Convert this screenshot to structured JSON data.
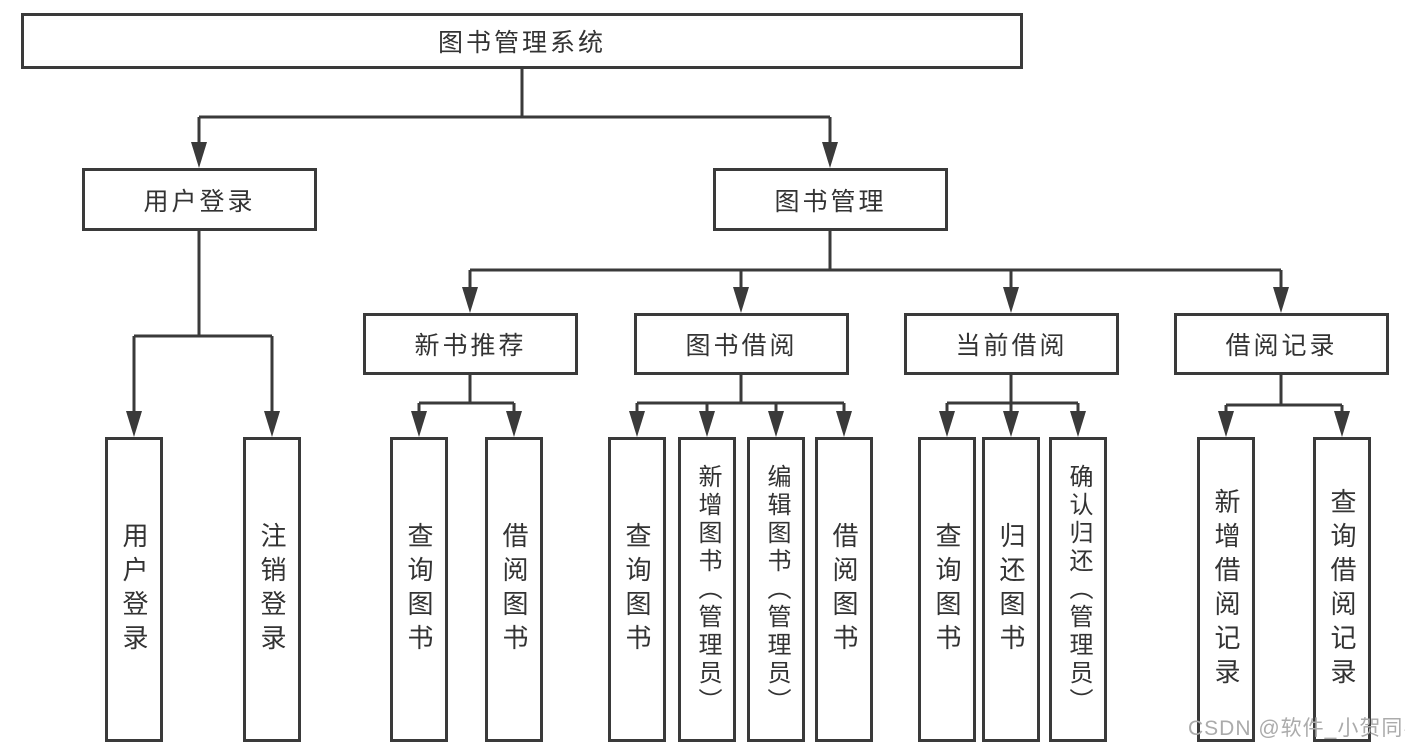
{
  "nodes": {
    "root": {
      "label": "图书管理系统"
    },
    "user_login": {
      "label": "用户登录"
    },
    "book_mgmt": {
      "label": "图书管理"
    },
    "new_book_rec": {
      "label": "新书推荐"
    },
    "book_borrow": {
      "label": "图书借阅"
    },
    "current_borrow": {
      "label": "当前借阅"
    },
    "borrow_records": {
      "label": "借阅记录"
    },
    "ul_login": {
      "label": "用户登录"
    },
    "ul_logout": {
      "label": "注销登录"
    },
    "nb_query": {
      "label": "查询图书"
    },
    "nb_borrow": {
      "label": "借阅图书"
    },
    "bb_query": {
      "label": "查询图书"
    },
    "bb_add": {
      "label": "新增图书（管理员）"
    },
    "bb_edit": {
      "label": "编辑图书（管理员）"
    },
    "bb_borrow": {
      "label": "借阅图书"
    },
    "cb_query": {
      "label": "查询图书"
    },
    "cb_return": {
      "label": "归还图书"
    },
    "cb_confirm": {
      "label": "确认归还（管理员）"
    },
    "br_add": {
      "label": "新增借阅记录"
    },
    "br_query": {
      "label": "查询借阅记录"
    }
  },
  "structure": {
    "图书管理系统": {
      "用户登录": [
        "用户登录",
        "注销登录"
      ],
      "图书管理": {
        "新书推荐": [
          "查询图书",
          "借阅图书"
        ],
        "图书借阅": [
          "查询图书",
          "新增图书（管理员）",
          "编辑图书（管理员）",
          "借阅图书"
        ],
        "当前借阅": [
          "查询图书",
          "归还图书",
          "确认归还（管理员）"
        ],
        "借阅记录": [
          "新增借阅记录",
          "查询借阅记录"
        ]
      }
    }
  },
  "watermark": "CSDN @软件_小贺同学",
  "colors": {
    "line": "#3a3a3a",
    "text": "#333333",
    "background": "#ffffff",
    "watermark": "#ababab"
  }
}
